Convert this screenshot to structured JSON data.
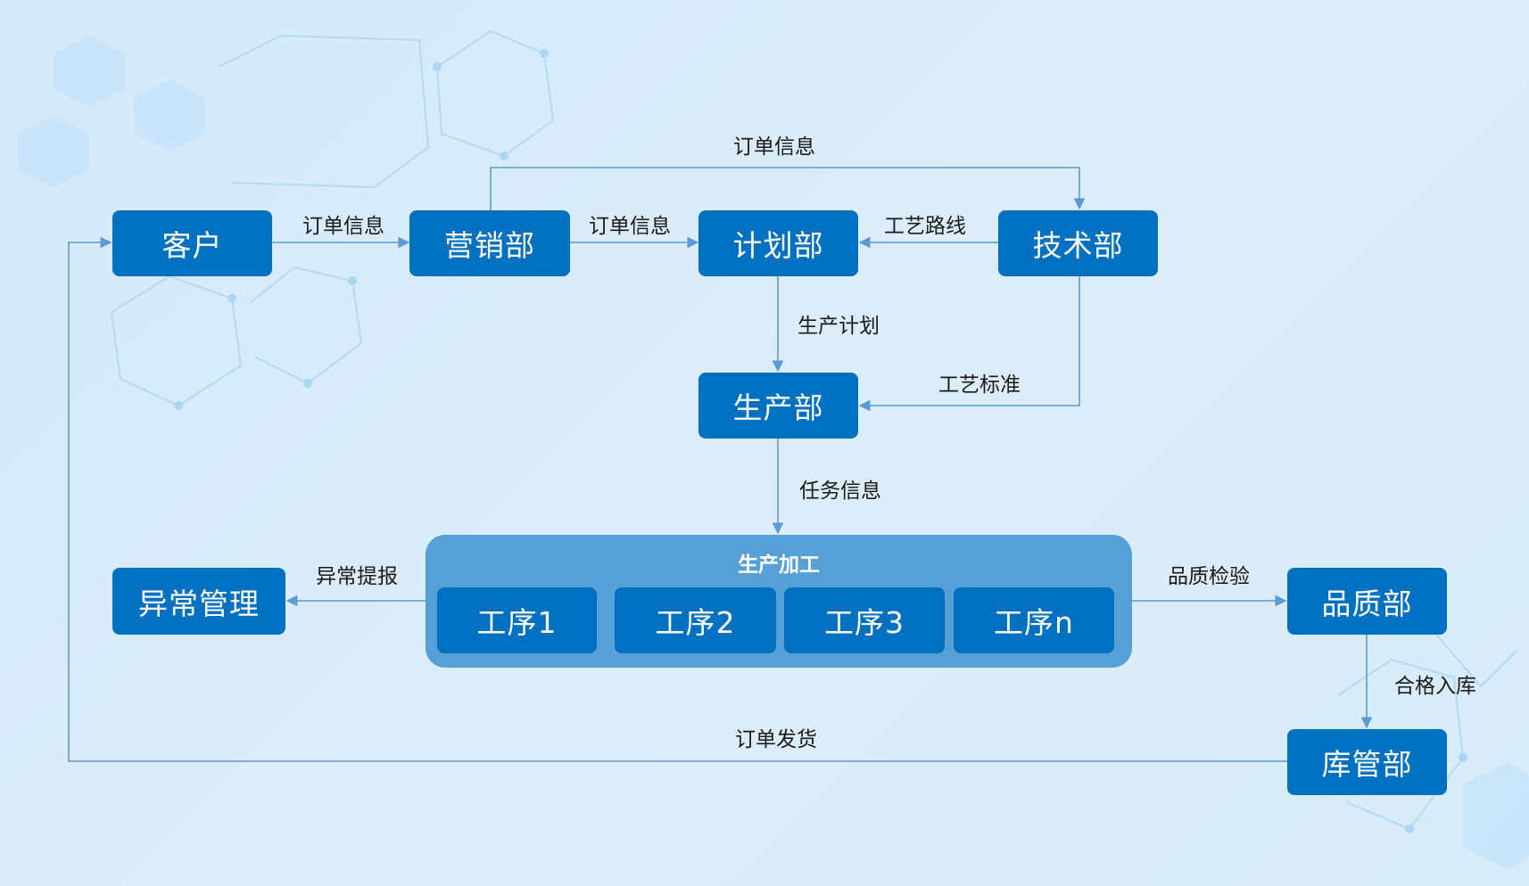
{
  "colors": {
    "box": "#0070c0",
    "container": "#57a0d6",
    "line": "#5b9bd5",
    "background": "#d9ecfa"
  },
  "nodes": {
    "customer": "客户",
    "marketing": "营销部",
    "planning": "计划部",
    "technology": "技术部",
    "production": "生产部",
    "exception": "异常管理",
    "quality": "品质部",
    "warehouse": "库管部"
  },
  "processing": {
    "title": "生产加工",
    "steps": [
      "工序1",
      "工序2",
      "工序3",
      "工序n"
    ]
  },
  "edges": {
    "customer_to_marketing": "订单信息",
    "marketing_to_planning": "订单信息",
    "marketing_to_technology": "订单信息",
    "technology_to_planning": "工艺路线",
    "planning_to_production": "生产计划",
    "technology_to_production": "工艺标准",
    "production_to_processing": "任务信息",
    "processing_to_exception": "异常提报",
    "processing_to_quality": "品质检验",
    "quality_to_warehouse": "合格入库",
    "warehouse_to_customer": "订单发货"
  }
}
